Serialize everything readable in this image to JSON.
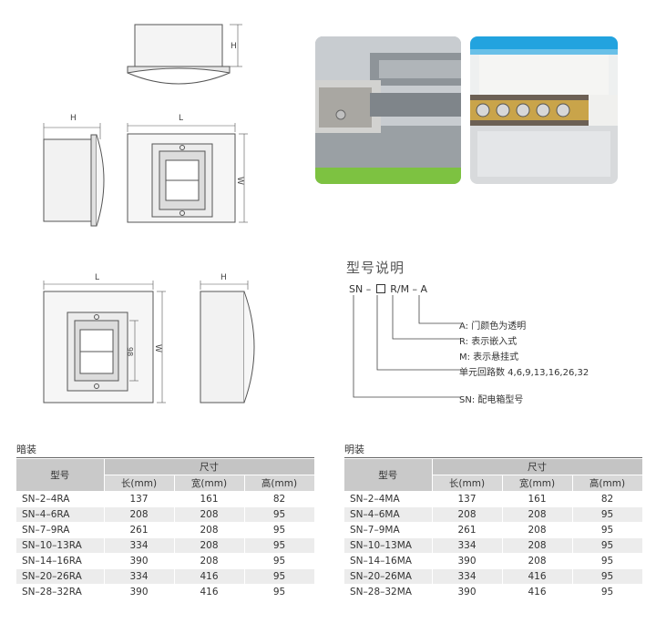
{
  "drawing_labels": {
    "height": "H",
    "length": "L",
    "width": "W",
    "dim_98": "98"
  },
  "model_info": {
    "title": "型号说明",
    "code_prefix": "SN –",
    "code_suffix": "R/M – A",
    "legend": [
      "A: 门颜色为透明",
      "R: 表示嵌入式",
      "M: 表示悬挂式",
      "单元回路数 4,6,9,13,16,26,32",
      "SN: 配电箱型号"
    ]
  },
  "tables": [
    {
      "section": "暗装",
      "header_model": "型号",
      "header_size": "尺寸",
      "columns": [
        "长(mm)",
        "宽(mm)",
        "高(mm)"
      ],
      "rows": [
        [
          "SN–2–4RA",
          "137",
          "161",
          "82"
        ],
        [
          "SN–4–6RA",
          "208",
          "208",
          "95"
        ],
        [
          "SN–7–9RA",
          "261",
          "208",
          "95"
        ],
        [
          "SN–10–13RA",
          "334",
          "208",
          "95"
        ],
        [
          "SN–14–16RA",
          "390",
          "208",
          "95"
        ],
        [
          "SN–20–26RA",
          "334",
          "416",
          "95"
        ],
        [
          "SN–28–32RA",
          "390",
          "416",
          "95"
        ]
      ]
    },
    {
      "section": "明装",
      "header_model": "型号",
      "header_size": "尺寸",
      "columns": [
        "长(mm)",
        "宽(mm)",
        "高(mm)"
      ],
      "rows": [
        [
          "SN–2–4MA",
          "137",
          "161",
          "82"
        ],
        [
          "SN–4–6MA",
          "208",
          "208",
          "95"
        ],
        [
          "SN–7–9MA",
          "261",
          "208",
          "95"
        ],
        [
          "SN–10–13MA",
          "334",
          "208",
          "95"
        ],
        [
          "SN–14–16MA",
          "390",
          "208",
          "95"
        ],
        [
          "SN–20–26MA",
          "334",
          "416",
          "95"
        ],
        [
          "SN–28–32MA",
          "390",
          "416",
          "95"
        ]
      ]
    }
  ]
}
